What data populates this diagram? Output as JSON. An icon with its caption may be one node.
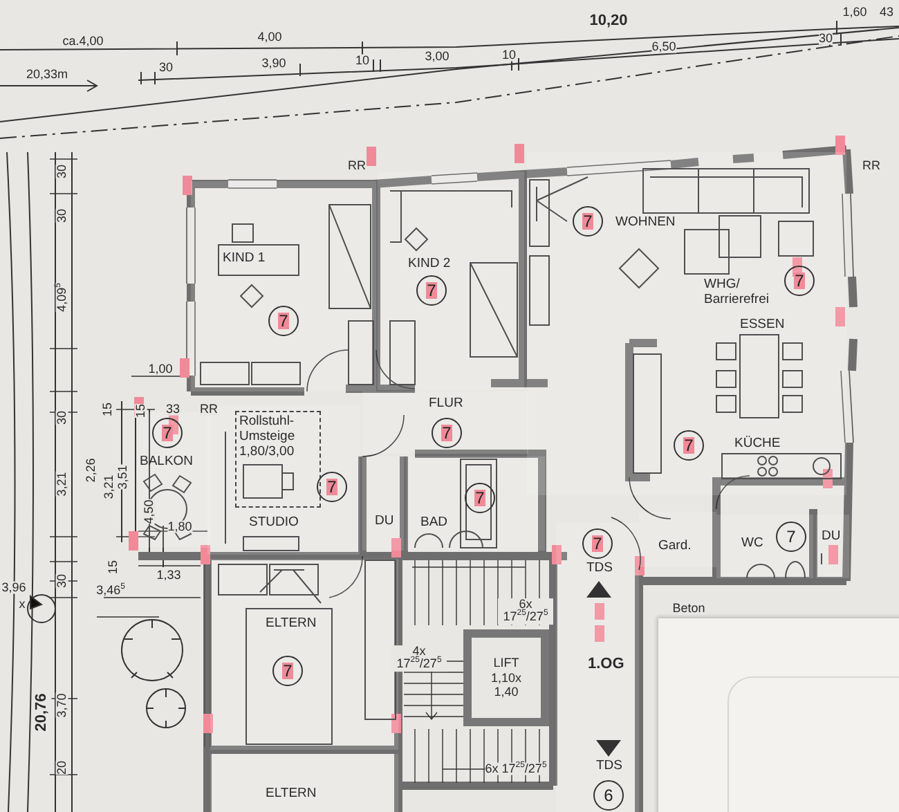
{
  "diagram": {
    "nodes": [
      {
        "text": [
          "KIND 1"
        ]
      },
      {
        "text": [
          "7"
        ],
        "in": 0
      },
      {
        "text": [
          "KIND 2"
        ]
      },
      {
        "text": [
          "7"
        ],
        "in": 2
      },
      {
        "text": [
          "WOHNEN",
          "WHG/ Barrierefrei",
          "ESSEN",
          "KÜCHE"
        ]
      },
      {
        "text": [
          "7"
        ],
        "in": 4
      },
      {
        "text": [
          "7"
        ],
        "in": 4
      },
      {
        "text": [
          "7"
        ],
        "in": 4
      },
      {
        "text": [
          "FLUR"
        ]
      },
      {
        "text": [
          "7"
        ],
        "in": 8
      },
      {
        "text": [
          "BALKON"
        ]
      },
      {
        "text": [
          "7"
        ],
        "in": 10
      },
      {
        "text": [
          "STUDIO"
        ]
      },
      {
        "text": [
          "Rollstuhl-Umsteige 1,80/3,00"
        ],
        "in": 12
      },
      {
        "text": [
          "7"
        ],
        "in": 12
      },
      {
        "text": [
          "DU"
        ]
      },
      {
        "text": [
          "BAD"
        ]
      },
      {
        "text": [
          "7"
        ],
        "in": 16
      },
      {
        "text": [
          "Gard."
        ]
      },
      {
        "text": [
          "WC"
        ]
      },
      {
        "text": [
          "7"
        ],
        "in": 19
      },
      {
        "text": [
          "DU"
        ]
      },
      {
        "text": [
          "TDS",
          "1.OG",
          "TDS"
        ]
      },
      {
        "text": [
          "7"
        ],
        "in": 22
      },
      {
        "text": [
          "6"
        ],
        "in": 22
      },
      {
        "text": [
          "ELTERN"
        ]
      },
      {
        "text": [
          "7"
        ],
        "in": 25
      },
      {
        "text": [
          "ELTERN"
        ]
      },
      {
        "text": [
          "LIFT 1,10x 1,40"
        ]
      }
    ],
    "labels": [
      "ca.4,00",
      "4,00",
      "10,20",
      "1,60",
      "43",
      "20,33m",
      "30",
      "3,90",
      "10",
      "3,00",
      "10",
      "6,50",
      "30",
      "RR",
      "RR",
      "30",
      "30",
      "4,09$^{5}$",
      "1,00",
      "30",
      "15",
      "15",
      "33",
      "RR",
      "2,26",
      "3,21",
      "3,51",
      "4,50",
      "1,80",
      "3,21",
      "15",
      "1,33",
      "3,96",
      "30",
      "3,46$^{5}$",
      "x",
      "20,76",
      "3,70",
      "20",
      "6x 17$^{25}$/27$^{5}$",
      "4x 17$^{25}$/27$^{5}$",
      "6x 17$^{25}$/27$^{5}$",
      "Beton"
    ]
  }
}
